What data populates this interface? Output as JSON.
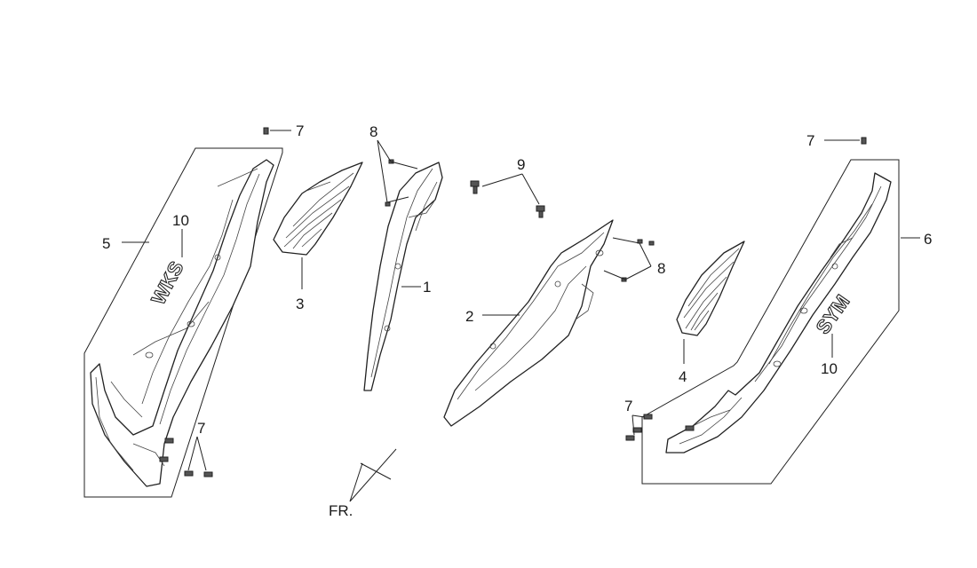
{
  "callouts": {
    "c1": "1",
    "c2": "2",
    "c3": "3",
    "c4": "4",
    "c5": "5",
    "c6": "6",
    "c7a": "7",
    "c7b": "7",
    "c7c": "7",
    "c7d": "7",
    "c8a": "8",
    "c8b": "8",
    "c9": "9",
    "c10a": "10",
    "c10b": "10"
  },
  "logos": {
    "left": "WKS",
    "right": "SYM"
  },
  "direction_label": "FR."
}
